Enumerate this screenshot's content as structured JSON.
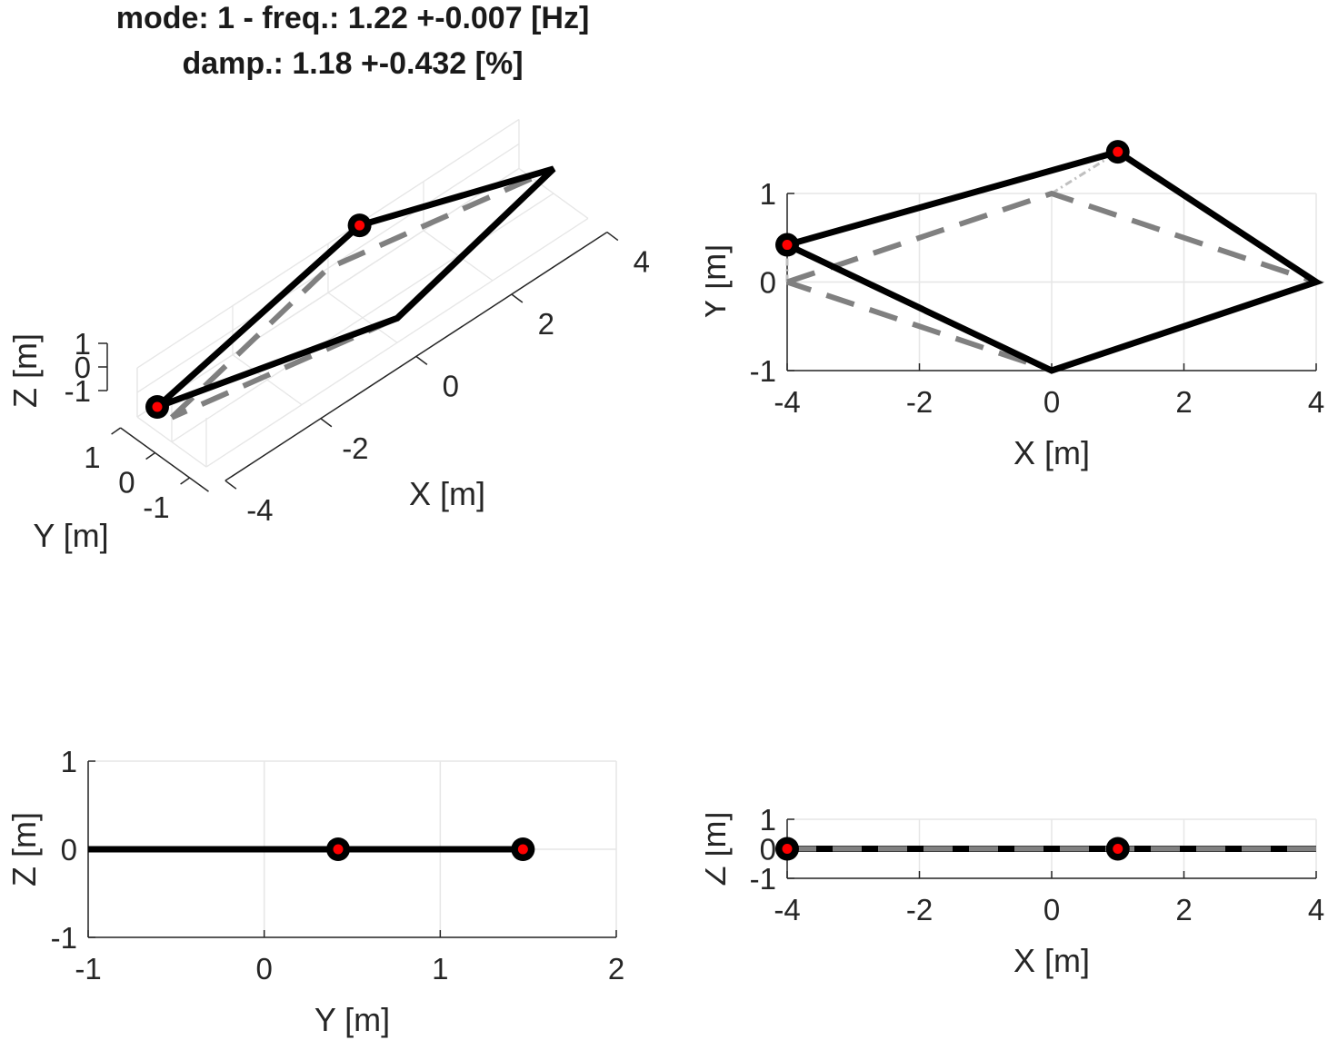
{
  "figure": {
    "title_line1": "mode: 1 - freq.: 1.22 +-0.007 [Hz]",
    "title_line2": "damp.: 1.18 +-0.432 [%]"
  },
  "colors": {
    "deformed": "#000000",
    "undeformed": "#808080",
    "connector": "#c0c0c0",
    "marker_fill": "#ff0000",
    "grid": "#e6e6e6",
    "axis": "#262626"
  },
  "chart_data": [
    {
      "id": "view-3d",
      "type": "line",
      "view": "3d",
      "xlabel": "X [m]",
      "ylabel": "Y [m]",
      "zlabel": "Z [m]",
      "xticks": [
        "-4",
        "-2",
        "0",
        "2",
        "4"
      ],
      "yticks": [
        "-1",
        "0",
        "1"
      ],
      "zticks": [
        "-1",
        "0",
        "1"
      ],
      "xlim": [
        -4,
        4
      ],
      "ylim": [
        -1,
        1
      ],
      "zlim": [
        -1,
        1
      ],
      "grid": true,
      "series": [
        {
          "style": "dashed",
          "x": [
            -4,
            0,
            4,
            0,
            -4
          ],
          "y": [
            0,
            1,
            0,
            -1,
            0
          ],
          "z": [
            0,
            0,
            0,
            0,
            0
          ]
        },
        {
          "style": "solid",
          "x": [
            -4,
            1,
            4,
            0,
            -4
          ],
          "y": [
            0.42,
            1.47,
            0,
            -1,
            0.42
          ],
          "z": [
            0,
            0,
            0,
            0,
            0
          ]
        }
      ],
      "markers": [
        {
          "x": -4,
          "y": 0.42
        },
        {
          "x": 1,
          "y": 1.47
        }
      ]
    },
    {
      "id": "view-xy",
      "type": "line",
      "xlabel": "X [m]",
      "ylabel": "Y [m]",
      "xticks": [
        "-4",
        "-2",
        "0",
        "2",
        "4"
      ],
      "yticks": [
        "-1",
        "0",
        "1"
      ],
      "xlim": [
        -4,
        4
      ],
      "ylim": [
        -1,
        1
      ],
      "grid": true,
      "series": [
        {
          "style": "dashed",
          "x": [
            -4,
            0,
            4,
            0,
            -4
          ],
          "y": [
            0,
            1,
            0,
            -1,
            0
          ]
        },
        {
          "style": "solid",
          "x": [
            -4,
            1,
            4,
            0,
            -4
          ],
          "y": [
            0.42,
            1.47,
            0,
            -1,
            0.42
          ]
        }
      ],
      "connectors": [
        {
          "from": [
            -4,
            0
          ],
          "to": [
            -4,
            0.42
          ]
        },
        {
          "from": [
            0,
            1
          ],
          "to": [
            1,
            1.47
          ]
        }
      ],
      "markers": [
        {
          "x": -4,
          "y": 0.42
        },
        {
          "x": 1,
          "y": 1.47
        }
      ]
    },
    {
      "id": "view-yz",
      "type": "line",
      "xlabel": "Y [m]",
      "ylabel": "Z [m]",
      "xticks": [
        "-1",
        "0",
        "1",
        "2"
      ],
      "yticks": [
        "-1",
        "0",
        "1"
      ],
      "xlim": [
        -1,
        2
      ],
      "ylim": [
        -1,
        1
      ],
      "grid": true,
      "series": [
        {
          "style": "dashed",
          "x": [
            -1,
            1
          ],
          "y": [
            0,
            0
          ]
        },
        {
          "style": "solid",
          "x": [
            -1,
            1.47
          ],
          "y": [
            0,
            0
          ]
        }
      ],
      "markers": [
        {
          "x": 0.42,
          "y": 0
        },
        {
          "x": 1.47,
          "y": 0
        }
      ]
    },
    {
      "id": "view-xz",
      "type": "line",
      "xlabel": "X [m]",
      "ylabel": "Z [m]",
      "xticks": [
        "-4",
        "-2",
        "0",
        "2",
        "4"
      ],
      "yticks": [
        "-1",
        "0",
        "1"
      ],
      "xlim": [
        -4,
        4
      ],
      "ylim": [
        -1,
        1
      ],
      "grid": true,
      "series": [
        {
          "style": "solid",
          "x": [
            -4,
            4
          ],
          "y": [
            0,
            0
          ]
        },
        {
          "style": "dashed",
          "x": [
            -4,
            4
          ],
          "y": [
            0,
            0
          ]
        }
      ],
      "markers": [
        {
          "x": -4,
          "y": 0
        },
        {
          "x": 1,
          "y": 0
        }
      ]
    }
  ]
}
